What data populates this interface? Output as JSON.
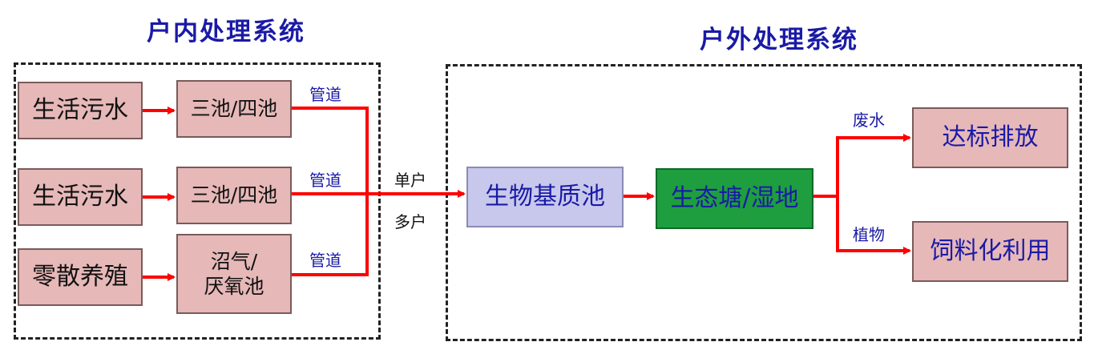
{
  "indoor": {
    "title": "户内处理系统",
    "sources": [
      "生活污水",
      "生活污水",
      "零散养殖"
    ],
    "treatments": [
      "三池/四池",
      "三池/四池",
      "沼气/\n厌氧池"
    ],
    "pipe_label": "管道"
  },
  "junction": {
    "single": "单户",
    "multi": "多户"
  },
  "outdoor": {
    "title": "户外处理系统",
    "substrate": "生物基质池",
    "wetland": "生态塘/湿地",
    "wastewater_label": "废水",
    "plants_label": "植物",
    "discharge": "达标排放",
    "feed": "饲料化利用"
  },
  "colors": {
    "arrow": "#ff0000",
    "box_fill": "#e6b8b8",
    "title_text": "#1a1aa6",
    "substrate_fill": "#c8c8ec",
    "wetland_fill": "#1e9e3e"
  }
}
